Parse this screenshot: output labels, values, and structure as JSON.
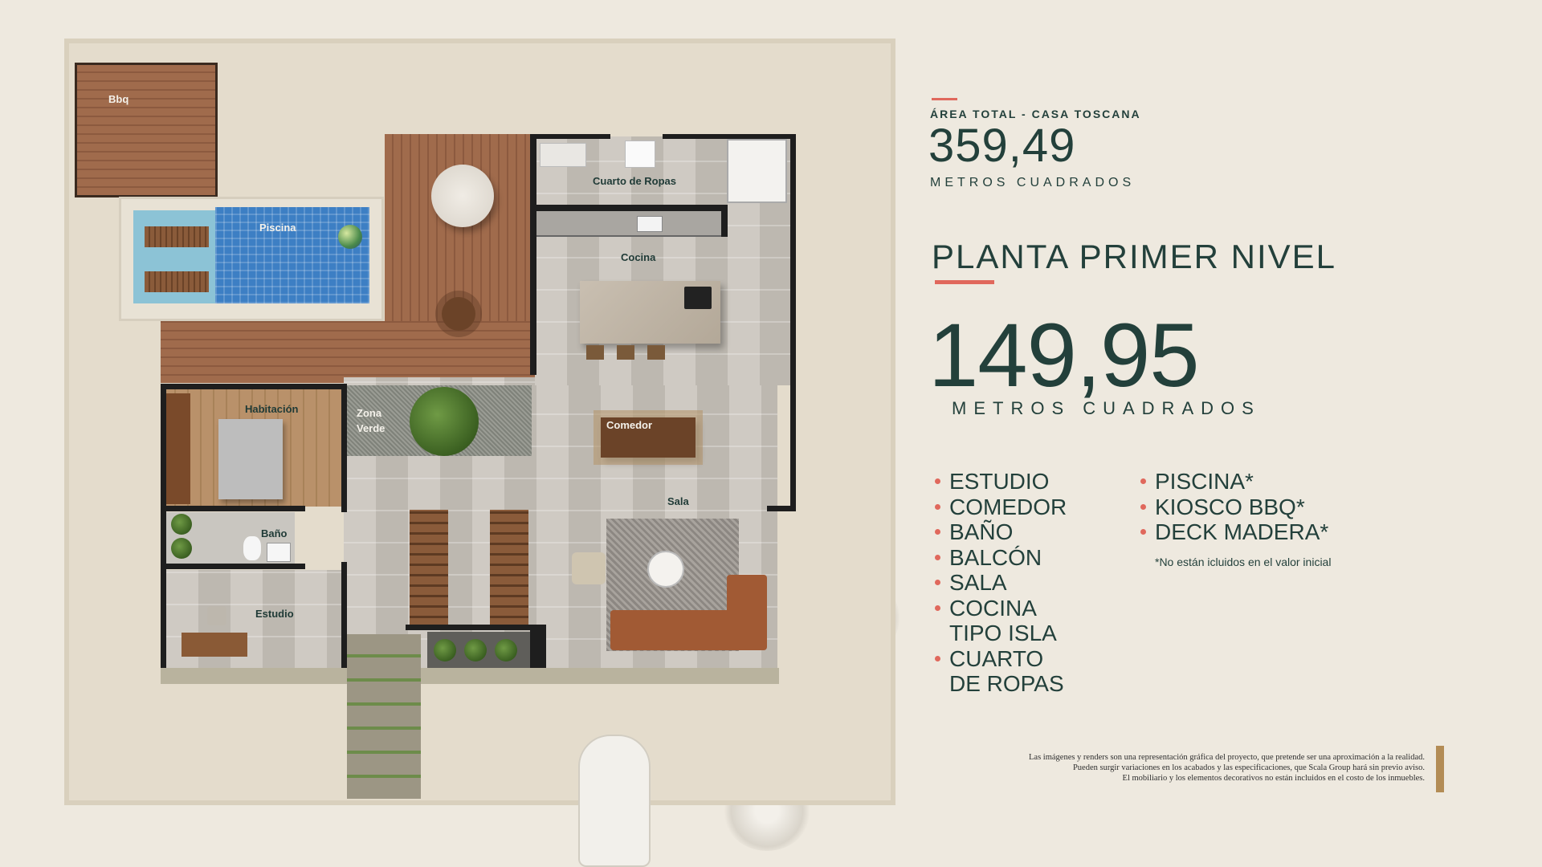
{
  "rooms": {
    "bbq": "Bbq",
    "piscina": "Piscina",
    "cuarto_ropas": "Cuarto de Ropas",
    "cocina": "Cocina",
    "habitacion": "Habitación",
    "zona_verde": "Zona\nVerde",
    "comedor": "Comedor",
    "sala": "Sala",
    "bano": "Baño",
    "estudio": "Estudio"
  },
  "info": {
    "area_label": "ÁREA TOTAL - CASA TOSCANA",
    "area_total": "359,49",
    "area_unit": "METROS CUADRADOS",
    "plan_title": "PLANTA PRIMER NIVEL",
    "plan_area": "149,95",
    "plan_unit": "METROS CUADRADOS",
    "amenities_left": [
      "ESTUDIO",
      "COMEDOR",
      "BAÑO",
      "BALCÓN",
      "SALA",
      "COCINA\nTIPO ISLA",
      "CUARTO\nDE ROPAS"
    ],
    "amenities_right": [
      "PISCINA*",
      "KIOSCO BBQ*",
      "DECK MADERA*"
    ],
    "note": "*No están icluidos en el valor inicial",
    "disclaimer_1": "Las imágenes y renders son una representación gráfica del proyecto, que pretende ser una aproximación a la realidad.",
    "disclaimer_2": "Pueden surgir variaciones en los acabados y las especificaciones, que Scala Group hará sin previo aviso.",
    "disclaimer_3": "El mobiliario y los elementos decorativos no están incluidos en el costo de los inmuebles."
  },
  "colors": {
    "background": "#eee9df",
    "text": "#23403b",
    "accent": "#e0685c",
    "gold": "#b38c55"
  }
}
